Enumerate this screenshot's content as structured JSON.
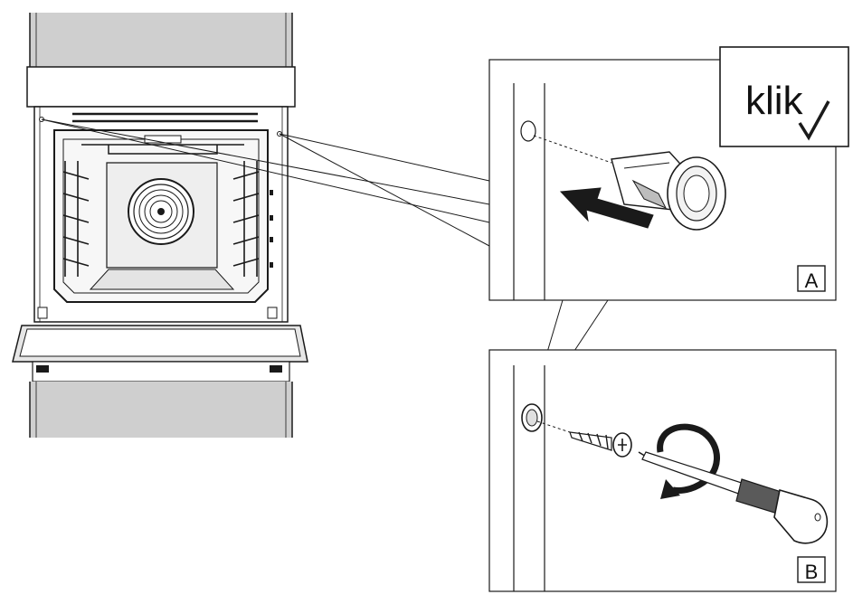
{
  "diagram": {
    "callout_word": "klik",
    "step_a_label": "A",
    "step_b_label": "B"
  },
  "colors": {
    "line": "#1a1a1a",
    "cabinet_gray": "#c9c9c9",
    "cabinet_dark": "#8c8c8c",
    "interior_gray": "#ededed",
    "arrow_fill": "#1a1a1a"
  }
}
